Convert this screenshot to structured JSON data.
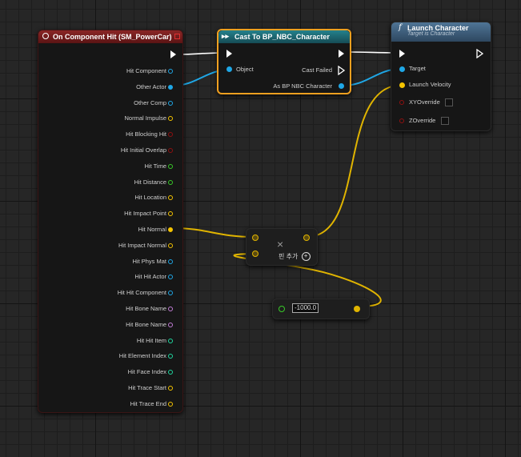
{
  "event_node": {
    "title": "On Component Hit (SM_PowerCar)",
    "pins": [
      {
        "label": "Hit Component",
        "kind": "object"
      },
      {
        "label": "Other Actor",
        "kind": "object"
      },
      {
        "label": "Other Comp",
        "kind": "object"
      },
      {
        "label": "Normal Impulse",
        "kind": "vector"
      },
      {
        "label": "Hit Blocking Hit",
        "kind": "bool"
      },
      {
        "label": "Hit Initial Overlap",
        "kind": "bool"
      },
      {
        "label": "Hit Time",
        "kind": "float"
      },
      {
        "label": "Hit Distance",
        "kind": "float"
      },
      {
        "label": "Hit Location",
        "kind": "vector"
      },
      {
        "label": "Hit Impact Point",
        "kind": "vector"
      },
      {
        "label": "Hit Normal",
        "kind": "vector"
      },
      {
        "label": "Hit Impact Normal",
        "kind": "vector"
      },
      {
        "label": "Hit Phys Mat",
        "kind": "object"
      },
      {
        "label": "Hit Hit Actor",
        "kind": "object"
      },
      {
        "label": "Hit Hit Component",
        "kind": "object"
      },
      {
        "label": "Hit Bone Name",
        "kind": "name"
      },
      {
        "label": "Hit Bone Name",
        "kind": "name"
      },
      {
        "label": "Hit Hit Item",
        "kind": "int"
      },
      {
        "label": "Hit Element Index",
        "kind": "int"
      },
      {
        "label": "Hit Face Index",
        "kind": "int"
      },
      {
        "label": "Hit Trace Start",
        "kind": "vector"
      },
      {
        "label": "Hit Trace End",
        "kind": "vector"
      }
    ]
  },
  "cast_node": {
    "title": "Cast To BP_NBC_Character",
    "object_label": "Object",
    "cast_failed_label": "Cast Failed",
    "as_label": "As BP NBC Character"
  },
  "launch_node": {
    "title": "Launch Character",
    "subtitle": "Target is Character",
    "target_label": "Target",
    "velocity_label": "Launch Velocity",
    "xy_label": "XYOverride",
    "z_label": "ZOverride"
  },
  "multiply_node": {
    "symbol": "×",
    "add_pin_label": "핀 추가"
  },
  "float_input": {
    "value": "-1000.0"
  },
  "colors": {
    "object": "#1fa7e6",
    "vector": "#f5c400",
    "bool": "#8f1010",
    "float": "#38c928",
    "name": "#c27dd6",
    "int": "#1fd8a0",
    "event_header": "#7a1f1f",
    "cast_header": "#1f6e7a",
    "launch_header": "#3d5d78",
    "selection": "#f0a020"
  }
}
